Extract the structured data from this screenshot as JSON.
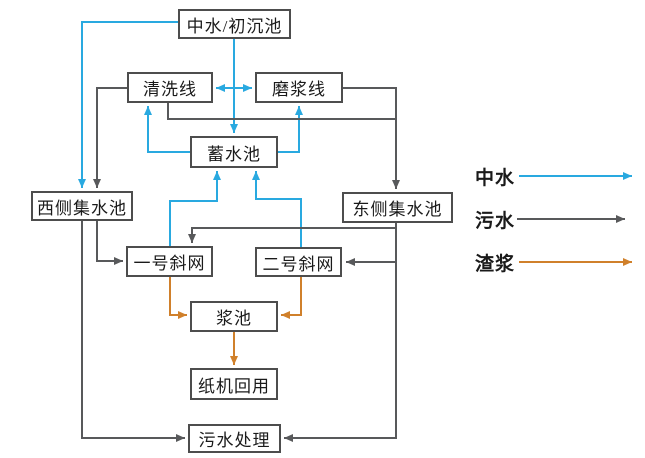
{
  "diagram": {
    "nodes": {
      "zhongshui_chuchenchi": {
        "label": "中水/初沉池"
      },
      "qingxixian": {
        "label": "清洗线"
      },
      "mojiangxian": {
        "label": "磨浆线"
      },
      "xushuichi": {
        "label": "蓄水池"
      },
      "xice_jishuichi": {
        "label": "西侧集水池"
      },
      "dongce_jishuichi": {
        "label": "东侧集水池"
      },
      "yihao_xiewang": {
        "label": "一号斜网"
      },
      "erhao_xiewang": {
        "label": "二号斜网"
      },
      "jiangchi": {
        "label": "浆池"
      },
      "zhiji_huiyong": {
        "label": "纸机回用"
      },
      "wushui_chuli": {
        "label": "污水处理"
      }
    },
    "legend": [
      {
        "label": "中水",
        "type": "zhongshui"
      },
      {
        "label": "污水",
        "type": "wushui"
      },
      {
        "label": "渣浆",
        "type": "zhajiang"
      }
    ],
    "colors": {
      "zhongshui": "#29a9e0",
      "wushui": "#58595b",
      "zhajiang": "#d0802b",
      "box_border": "#4d4d4d",
      "text": "#1a1a1a"
    },
    "edges": [
      {
        "id": "e1",
        "from": "zhongshui_chuchenchi",
        "to": "xice_jishuichi",
        "type": "zhongshui"
      },
      {
        "id": "e2",
        "from": "zhongshui_chuchenchi",
        "to": "xushuichi",
        "type": "zhongshui"
      },
      {
        "id": "e2a",
        "from": "zhongshui_chuchenchi",
        "to": "qingxixian",
        "type": "zhongshui"
      },
      {
        "id": "e2b",
        "from": "zhongshui_chuchenchi",
        "to": "mojiangxian",
        "type": "zhongshui"
      },
      {
        "id": "e3",
        "from": "xushuichi",
        "to": "qingxixian",
        "type": "zhongshui"
      },
      {
        "id": "e4",
        "from": "xushuichi",
        "to": "mojiangxian",
        "type": "zhongshui"
      },
      {
        "id": "e5",
        "from": "yihao_xiewang",
        "to": "xushuichi",
        "type": "zhongshui"
      },
      {
        "id": "e6",
        "from": "erhao_xiewang",
        "to": "xushuichi",
        "type": "zhongshui"
      },
      {
        "id": "e7",
        "from": "qingxixian",
        "to": "xice_jishuichi",
        "type": "wushui"
      },
      {
        "id": "e8",
        "from": "qingxixian",
        "to": "dongce_jishuichi",
        "type": "wushui"
      },
      {
        "id": "e9",
        "from": "mojiangxian",
        "to": "dongce_jishuichi",
        "type": "wushui"
      },
      {
        "id": "e10",
        "from": "dongce_jishuichi",
        "to": "yihao_xiewang",
        "type": "wushui"
      },
      {
        "id": "e11",
        "from": "dongce_jishuichi",
        "to": "erhao_xiewang",
        "type": "wushui"
      },
      {
        "id": "e12",
        "from": "dongce_jishuichi",
        "to": "wushui_chuli",
        "type": "wushui"
      },
      {
        "id": "e13",
        "from": "xice_jishuichi",
        "to": "yihao_xiewang",
        "type": "wushui"
      },
      {
        "id": "e14",
        "from": "xice_jishuichi",
        "to": "wushui_chuli",
        "type": "wushui"
      },
      {
        "id": "e15",
        "from": "yihao_xiewang",
        "to": "jiangchi",
        "type": "zhajiang"
      },
      {
        "id": "e16",
        "from": "erhao_xiewang",
        "to": "jiangchi",
        "type": "zhajiang"
      },
      {
        "id": "e17",
        "from": "jiangchi",
        "to": "zhiji_huiyong",
        "type": "zhajiang"
      }
    ]
  }
}
